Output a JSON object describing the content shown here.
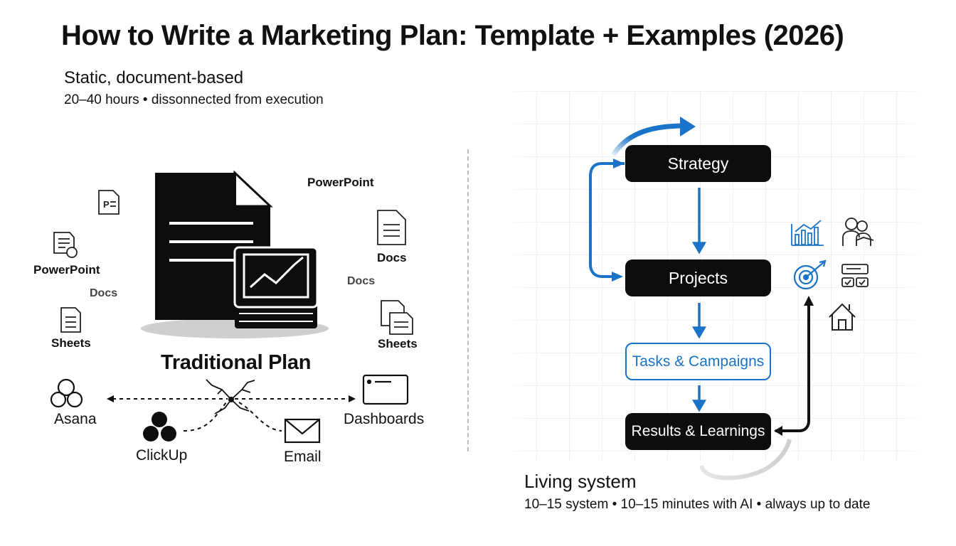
{
  "title": "How to Write a Marketing Plan: Template + Examples (2026)",
  "traditional": {
    "heading": "Static, document-based",
    "subheading": "20–40 hours • dissonnected from execution",
    "center_label": "Traditional Plan",
    "labels": {
      "powerpoint_top": "PowerPoint",
      "powerpoint_left": "PowerPoint",
      "docs_left": "Docs",
      "docs_right_icon": "Docs",
      "docs_right_text": "Docs",
      "sheets_left": "Sheets",
      "sheets_right": "Sheets"
    },
    "tools": {
      "asana": "Asana",
      "clickup": "ClickUp",
      "email": "Email",
      "dashboards": "Dashboards"
    }
  },
  "living": {
    "heading": "Living system",
    "subheading": "10–15 system • 10–15 minutes with AI • always up to date",
    "steps": {
      "strategy": "Strategy",
      "projects": "Projects",
      "tasks": "Tasks & Campaigns",
      "results": "Results & Learnings"
    }
  },
  "colors": {
    "accent_blue": "#1a73c8",
    "dark": "#0d0d0d"
  },
  "icons": [
    "powerpoint-file-icon",
    "doc-file-icon",
    "sheet-file-icon",
    "big-document-icon",
    "chart-stack-icon",
    "asana-icon",
    "clickup-icon",
    "email-icon",
    "dashboard-window-icon",
    "bar-chart-icon",
    "people-icon",
    "target-icon",
    "checklist-icon",
    "house-icon"
  ]
}
